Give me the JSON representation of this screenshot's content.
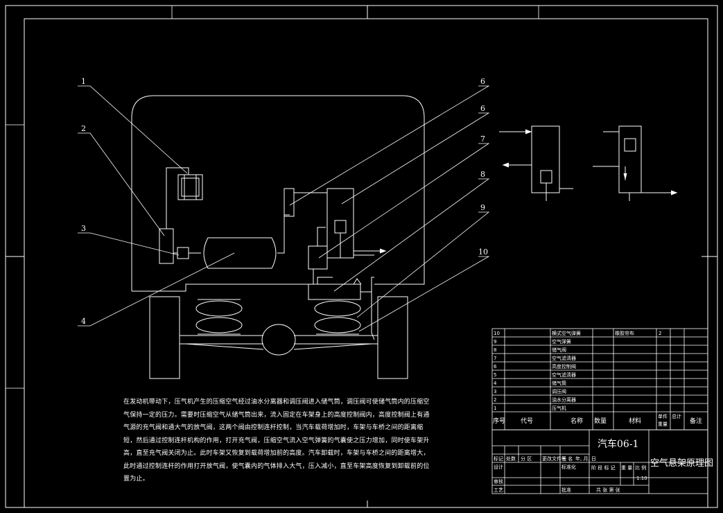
{
  "callouts": [
    "1",
    "2",
    "3",
    "4",
    "6",
    "6",
    "7",
    "8",
    "9",
    "10"
  ],
  "description": "在发动机带动下，压气机产生的压缩空气经过油水分离器和调压阀进入储气筒，调压阀可使储气筒内的压缩空气保持一定的压力。需要时压缩空气从储气筒出来，流入固定在车架身上的高度控制阀内，高度控制阀上有通气源的充气阀和通大气的放气阀，这两个阀由控制连杆控制，当汽车载荷增加时，车架与车桥之间的距离缩短，然后通过控制连杆机构的作用，打开充气阀，压缩空气流入空气弹簧的气囊使之压力增加，同时使车架升高，直至充气阀关闭为止。此时车架又恢复到载荷增加前的高度。汽车卸载时，车架与车桥之间的距离增大，此时通过控制连杆的作用打开放气阀，使气囊内的气体排入大气，压入减小，直至车架高度恢复到卸载前的位置为止。",
  "parts_list": {
    "rows": [
      {
        "no": "10",
        "name": "横式空气弹簧",
        "material": "橡胶帘布",
        "qty": "2"
      },
      {
        "no": "9",
        "name": "空气弹簧",
        "material": "",
        "qty": ""
      },
      {
        "no": "8",
        "name": "储气阀",
        "material": "",
        "qty": ""
      },
      {
        "no": "7",
        "name": "空气滤清器",
        "material": "",
        "qty": ""
      },
      {
        "no": "6",
        "name": "高度控制阀",
        "material": "",
        "qty": ""
      },
      {
        "no": "5",
        "name": "空气滤清器",
        "material": "",
        "qty": ""
      },
      {
        "no": "4",
        "name": "储气筒",
        "material": "",
        "qty": ""
      },
      {
        "no": "3",
        "name": "调压阀",
        "material": "",
        "qty": ""
      },
      {
        "no": "2",
        "name": "油水分离器",
        "material": "",
        "qty": ""
      },
      {
        "no": "1",
        "name": "压气机",
        "material": "",
        "qty": ""
      }
    ],
    "header": {
      "no": "序号",
      "code": "代号",
      "name": "名称",
      "qty": "数量",
      "material": "材料",
      "unit": "单件",
      "total": "总计",
      "weight": "重量",
      "remark": "备注"
    }
  },
  "title_block": {
    "project": "汽车06-1",
    "drawing_title": "空气悬架原理图",
    "row1": [
      "标记",
      "处数",
      "分 区",
      "更改文件号",
      "签 名",
      "年, 月, 日"
    ],
    "row2": [
      "设计",
      "",
      "",
      "标准化"
    ],
    "row3": [
      "审核"
    ],
    "row4": [
      "工艺",
      "",
      "",
      "批准"
    ],
    "stage_labels": [
      "阶 段 标 记",
      "重 量",
      "比 例"
    ],
    "scale": "1:10",
    "sheet_info": "共    张   第    张"
  }
}
